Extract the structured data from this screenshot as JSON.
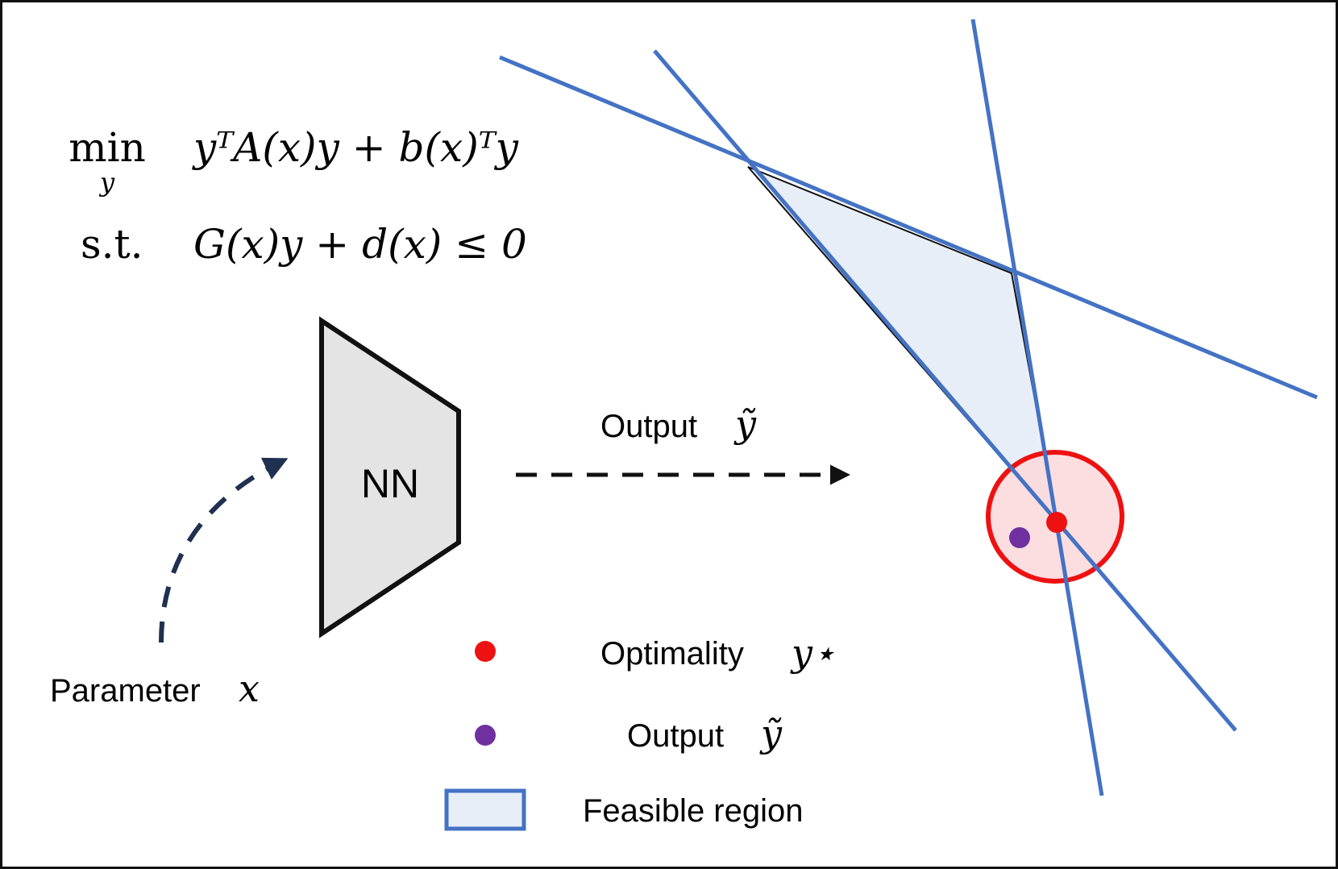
{
  "formula": {
    "objective_op": "min",
    "objective_var": "y",
    "objective_expr": "yᵀA(x)y + b(x)ᵀy",
    "constraint_label": "s.t.",
    "constraint_expr": "G(x)y + d(x) ≤ 0"
  },
  "network": {
    "label": "NN"
  },
  "input": {
    "label": "Parameter",
    "symbol": "x"
  },
  "output_arrow": {
    "label": "Output",
    "symbol": "ỹ"
  },
  "legend": {
    "items": [
      {
        "label": "Optimality",
        "symbol": "y⋆",
        "color": "#ee1111",
        "marker": "dot"
      },
      {
        "label": "Output",
        "symbol": "ỹ",
        "color": "#7030a0",
        "marker": "dot"
      },
      {
        "label": "Feasible region",
        "symbol": "",
        "color": "#4472c4",
        "marker": "box"
      }
    ]
  },
  "colors": {
    "constraint_line": "#4472c4",
    "feasible_fill": "#e8eef8",
    "optimal_circle": "#ee1111",
    "optimal_circle_fill": "#fbd8dc",
    "nn_fill": "#e4e4e4",
    "dashed_curve": "#1f3050"
  }
}
